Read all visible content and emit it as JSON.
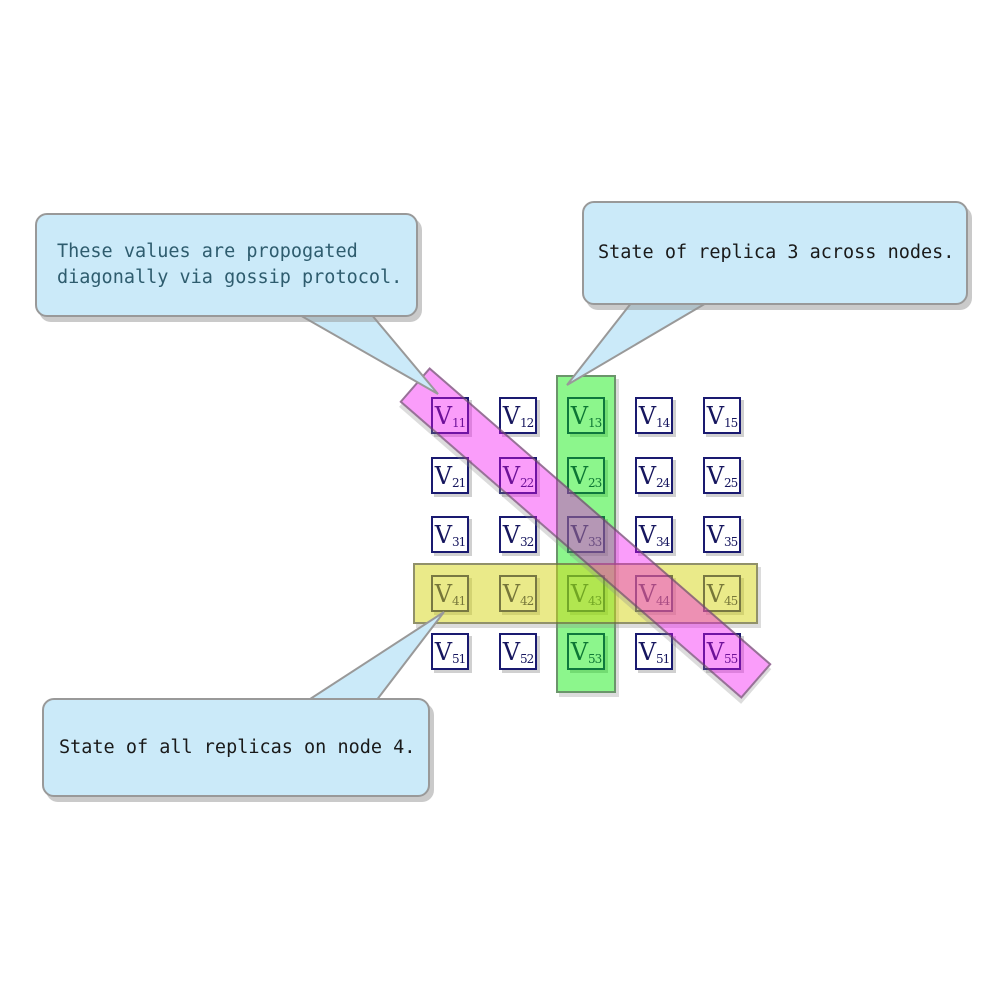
{
  "matrix": {
    "cell_base": "V",
    "rows": [
      [
        "11",
        "12",
        "13",
        "14",
        "15"
      ],
      [
        "21",
        "22",
        "23",
        "24",
        "25"
      ],
      [
        "31",
        "32",
        "33",
        "34",
        "35"
      ],
      [
        "41",
        "42",
        "43",
        "44",
        "45"
      ],
      [
        "51",
        "52",
        "53",
        "51",
        "55"
      ]
    ]
  },
  "highlights": [
    {
      "name": "replica-3-column-band",
      "color": "rgba(0,235,0,0.45)"
    },
    {
      "name": "node-4-row-band",
      "color": "rgba(214,214,20,0.5)"
    },
    {
      "name": "gossip-diagonal-band",
      "color": "rgba(242,10,242,0.4)"
    }
  ],
  "callouts": [
    {
      "name": "gossip-callout",
      "line1": "These values are propogated",
      "line2": "diagonally via gossip protocol.",
      "text_color": "#2e5c6e"
    },
    {
      "name": "replica-callout",
      "line1": "State of replica 3 across nodes.",
      "text_color": "#1a1a1a"
    },
    {
      "name": "node-callout",
      "line1": "State of all replicas on node 4.",
      "text_color": "#1a1a1a"
    }
  ],
  "colors": {
    "callout_fill": "#cbeaf9",
    "callout_border": "#999999",
    "cell_border": "#1a1a70",
    "cell_text": "#16165e",
    "band_border": "rgba(85,85,85,0.6)"
  }
}
